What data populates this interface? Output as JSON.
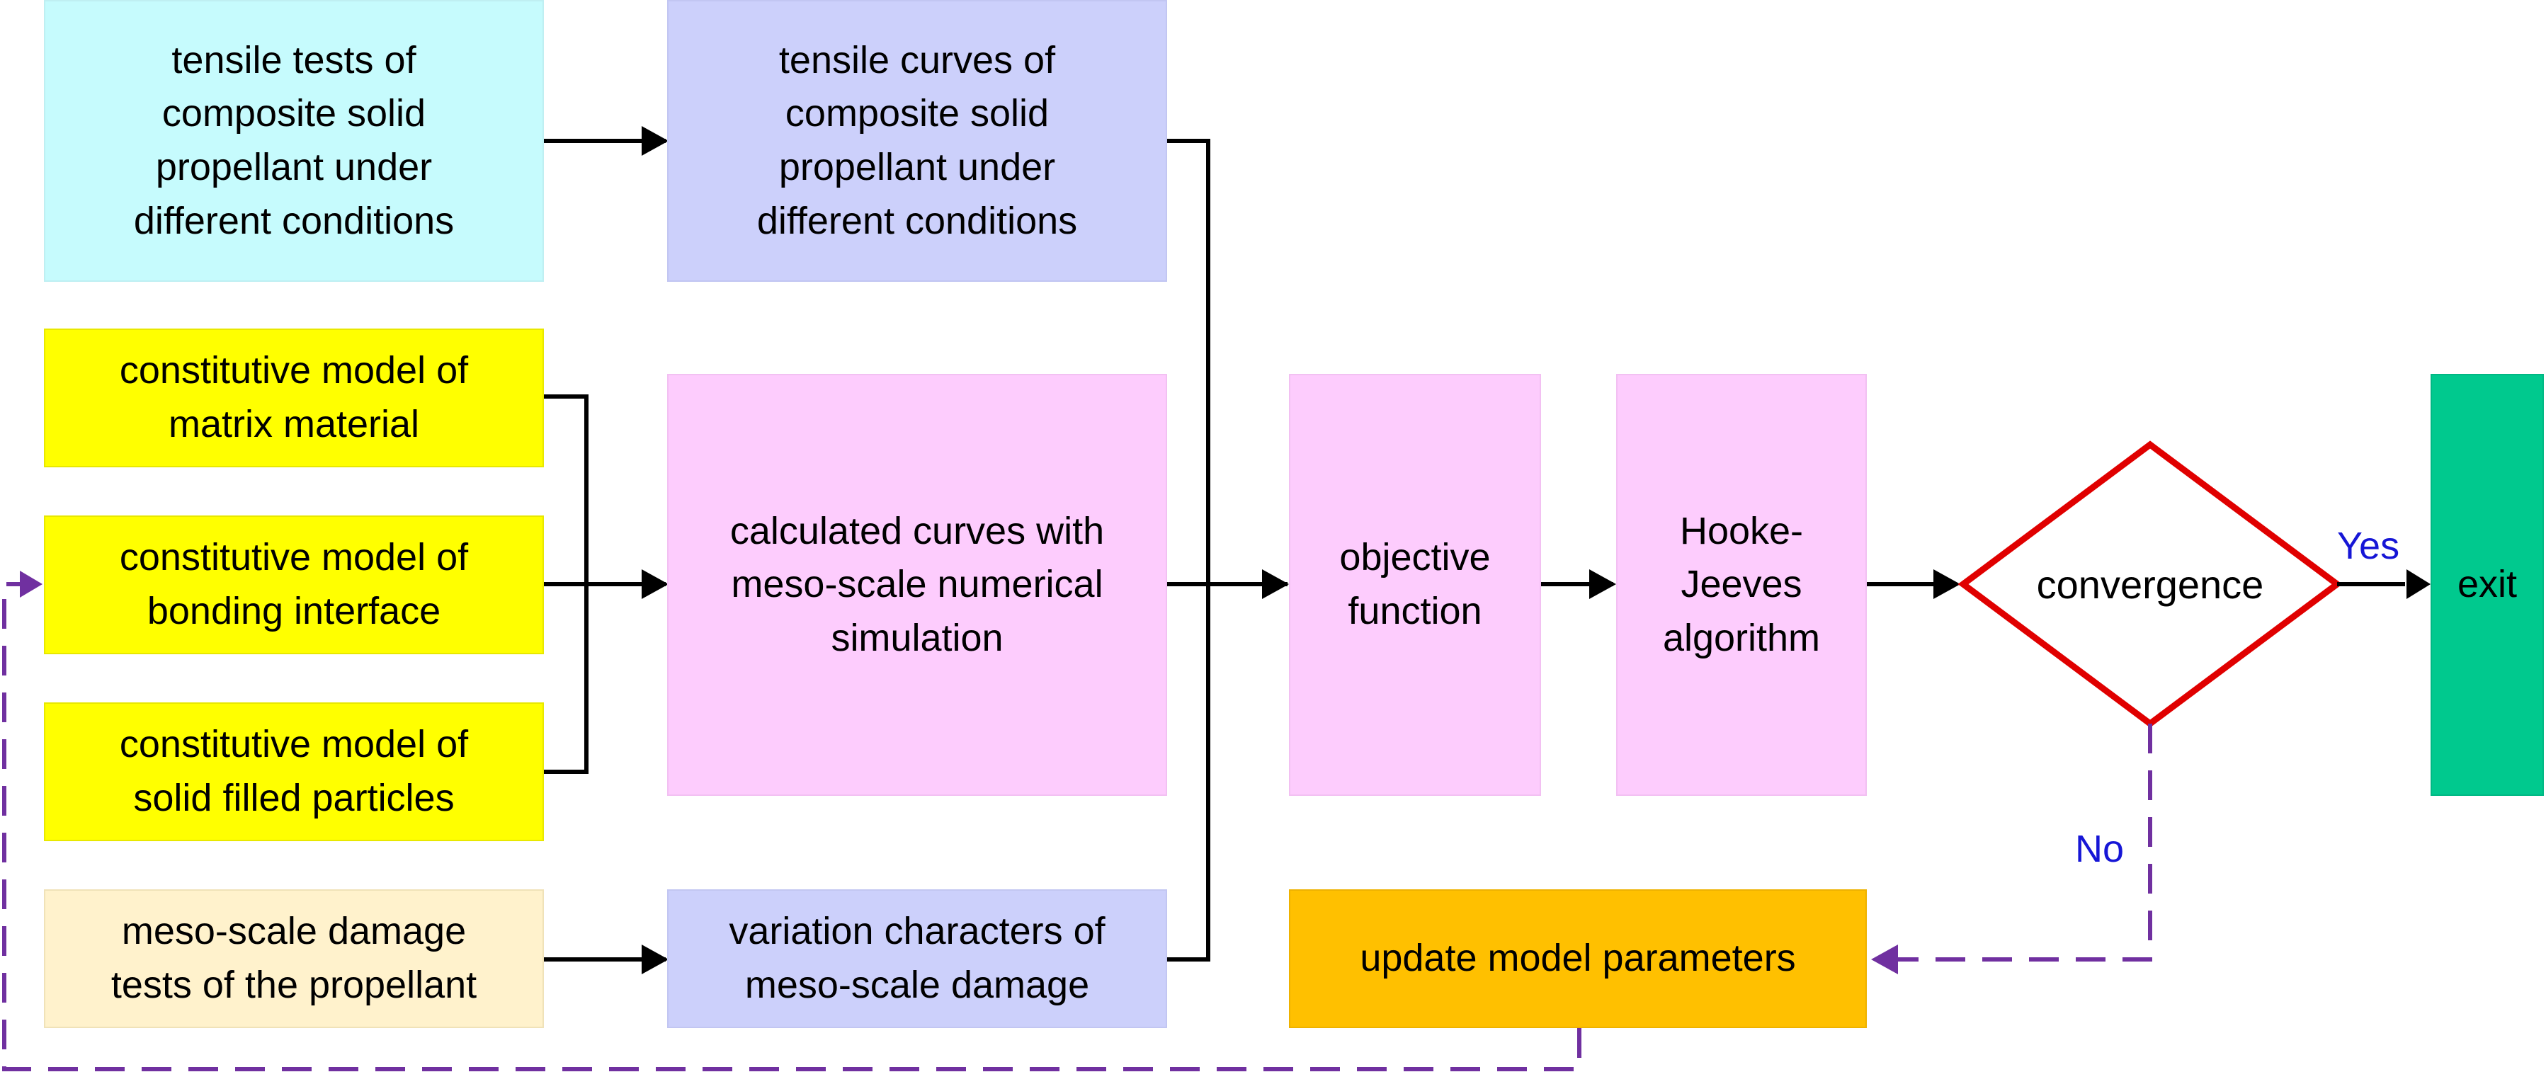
{
  "nodes": {
    "tensile_tests": "tensile tests of\ncomposite solid\npropellant under\ndifferent conditions",
    "tensile_curves": "tensile curves of\ncomposite solid\npropellant under\ndifferent conditions",
    "matrix_model": "constitutive model of\nmatrix material",
    "interface_model": "constitutive model of\nbonding interface",
    "particles_model": "constitutive model of\nsolid filled particles",
    "damage_tests": "meso-scale damage\ntests of the propellant",
    "calculated_curves": "calculated curves with\nmeso-scale numerical\nsimulation",
    "variation_characters": "variation characters of\nmeso-scale damage",
    "objective_function": "objective\nfunction",
    "hooke_jeeves": "Hooke-\nJeeves\nalgorithm",
    "convergence": "convergence",
    "exit": "exit",
    "update_parameters": "update model parameters"
  },
  "edge_labels": {
    "yes": "Yes",
    "no": "No"
  },
  "colors": {
    "arrow": "#000000",
    "feedback": "#7030a0",
    "decision": "#e00000",
    "edge_label": "#1616d6"
  }
}
